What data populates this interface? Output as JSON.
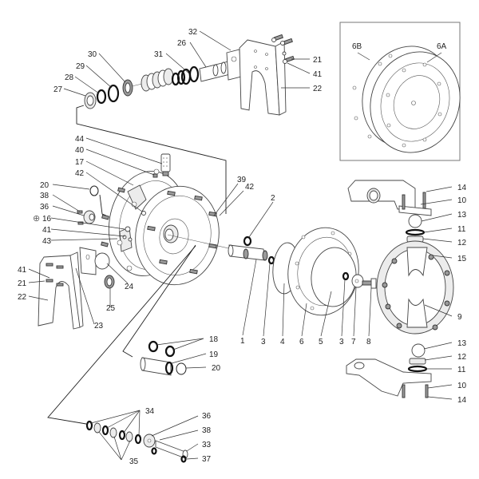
{
  "diagram": {
    "title": "Air-Operated Double Diaphragm Pump — Exploded Parts View",
    "inset": {
      "labels": [
        "6B",
        "6A"
      ]
    },
    "callouts": {
      "c32": "32",
      "c26": "26",
      "c31": "31",
      "c30": "30",
      "c29": "29",
      "c28": "28",
      "c27": "27",
      "c21a": "21",
      "c41a": "41",
      "c22a": "22",
      "c44": "44",
      "c40": "40",
      "c17": "17",
      "c42a": "42",
      "c20a": "20",
      "c38a": "38",
      "c36a": "36",
      "c16": "16",
      "c41b": "41",
      "c43": "43",
      "c39": "39",
      "c42b": "42",
      "c2": "2",
      "c41c": "41",
      "c21b": "21",
      "c22b": "22",
      "c23": "23",
      "c24": "24",
      "c25": "25",
      "c1": "1",
      "c3a": "3",
      "c4": "4",
      "c6": "6",
      "c5": "5",
      "c3b": "3",
      "c7": "7",
      "c8": "8",
      "c14a": "14",
      "c10a": "10",
      "c13a": "13",
      "c11a": "11",
      "c12a": "12",
      "c15": "15",
      "c9": "9",
      "c13b": "13",
      "c12b": "12",
      "c11b": "11",
      "c10b": "10",
      "c14b": "14",
      "c18": "18",
      "c19": "19",
      "c20b": "20",
      "c34": "34",
      "c35": "35",
      "c36b": "36",
      "c38b": "38",
      "c33": "33",
      "c37": "37"
    },
    "symbols": {
      "c16_marker": "⊕"
    }
  }
}
